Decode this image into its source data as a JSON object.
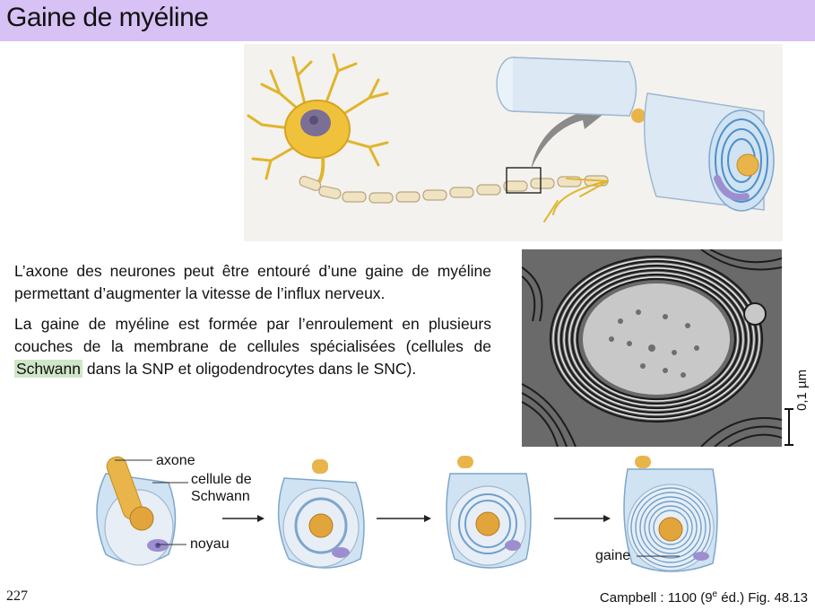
{
  "title": "Gaine de myéline",
  "paragraph1": "L’axone des neurones peut être entouré d’une gaine de myéline permettant d’augmenter la vitesse de l’influx nerveux.",
  "paragraph2": {
    "before": "La gaine de myéline est formée par l’enroulement en plusieurs couches de la membrane de cellules spécialisées (cellules de ",
    "highlight": "Schwann",
    "after": " dans la SNP et oligodendrocytes dans le SNC)."
  },
  "scale_bar": "0,1 µm",
  "diagram_labels": {
    "axone": "axone",
    "cellule_line1": "cellule de",
    "cellule_line2": "Schwann",
    "noyau": "noyau",
    "gaine": "gaine"
  },
  "page_number": "227",
  "citation": {
    "prefix": "Campbell : 1100 (9",
    "superscript": "e",
    "suffix": " éd.) Fig. 48.13"
  },
  "colors": {
    "title_bar": "#d8c1f4",
    "highlight": "#cfe6c8",
    "myelin_blue": "#cfe3f3",
    "axon_gold": "#e9b54a"
  }
}
